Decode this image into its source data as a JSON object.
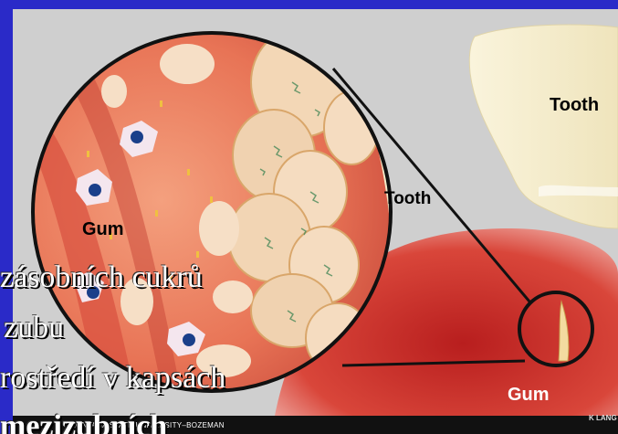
{
  "labels": {
    "tooth_right": "Tooth",
    "tooth_zoom": "Tooth",
    "gum_zoom": "Gum",
    "gum_bottom": "Gum"
  },
  "credit": "©MONTANA STATE UNIVERSITY–BOZEMAN",
  "credit_author": "K LANG",
  "slide_text": {
    "line1": "zásobních cukrů",
    "line2": "zubu",
    "line3": "rostředí v kapsách",
    "line4": "mezizubních"
  },
  "colors": {
    "border": "#2a2ac8",
    "gum": "#d2382e",
    "tooth": "#f6f0d6",
    "zoom_bg": "#e86a4c"
  }
}
